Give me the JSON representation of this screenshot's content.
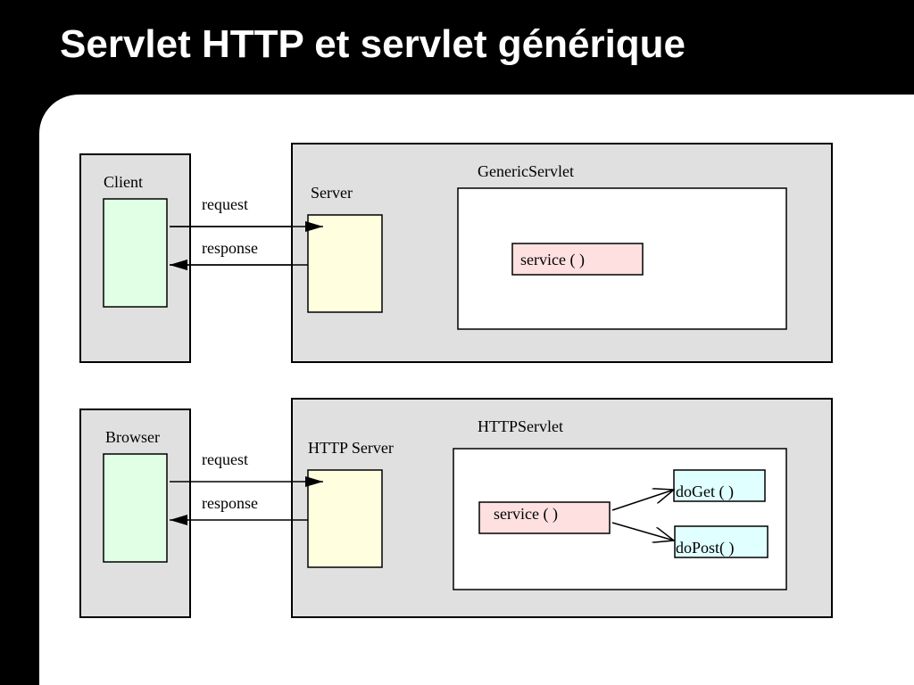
{
  "slide": {
    "title": "Servlet HTTP et servlet générique"
  },
  "generic_diagram": {
    "client_label": "Client",
    "request_label": "request",
    "response_label": "response",
    "server_label": "Server",
    "servlet_label": "GenericServlet",
    "service_label": "service ( )"
  },
  "http_diagram": {
    "client_label": "Browser",
    "request_label": "request",
    "response_label": "response",
    "server_label": "HTTP Server",
    "servlet_label": "HTTPServlet",
    "service_label": "service ( )",
    "doget_label": "doGet ( )",
    "dopost_label": "doPost( )"
  },
  "colors": {
    "panel_fill": "#e0e0e0",
    "client_box_fill": "#e0ffe4",
    "server_box_fill": "#ffffe0",
    "service_box_fill": "#ffe0e0",
    "method_box_fill": "#e0ffff",
    "background": "#000000",
    "content_background": "#ffffff"
  }
}
